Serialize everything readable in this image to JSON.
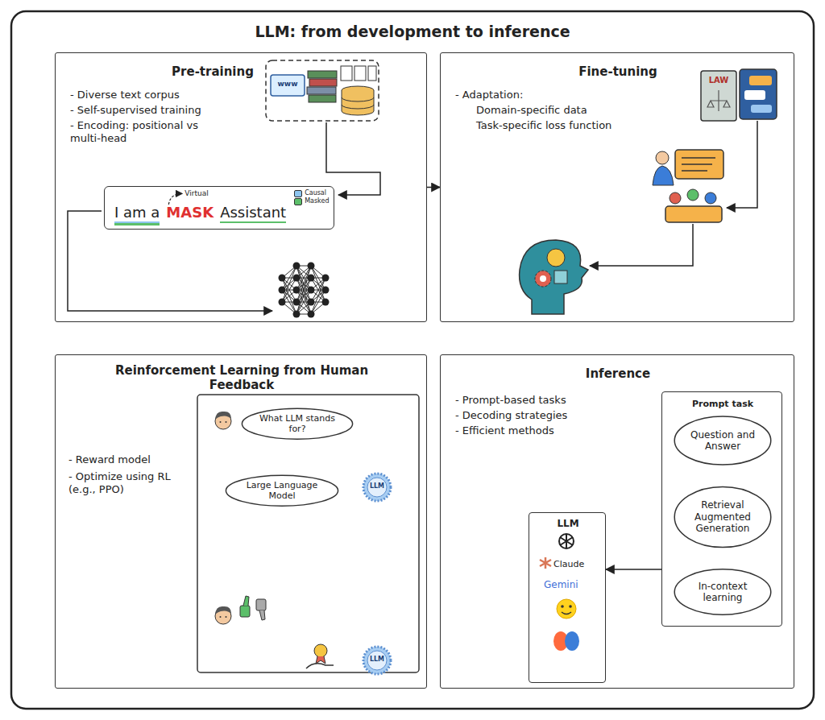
{
  "diagram": {
    "title": "LLM: from development to inference",
    "nodes": [
      {
        "text": [
          "Pre-training",
          "- Diverse text corpus",
          "- Self-supervised training",
          "- Encoding: positional vs multi-head"
        ]
      },
      {
        "text": [
          "I am a",
          "MASK",
          "Assistant",
          "Virtual"
        ],
        "in": 0
      },
      {
        "text": [
          "Fine-tuning",
          "- Adaptation:",
          "Domain-specific data",
          "Task-specific loss function"
        ]
      },
      {
        "text": [
          "Reinforcement Learning from Human Feedback",
          "- Reward model",
          "- Optimize using RL (e.g., PPO)"
        ]
      },
      {
        "text": [
          "What LLM stands for?"
        ],
        "in": 3
      },
      {
        "text": [
          "Large Language Model"
        ],
        "in": 3
      },
      {
        "text": [
          "Inference",
          "- Prompt-based tasks",
          "- Decoding strategies",
          "- Efficient methods"
        ]
      },
      {
        "text": [
          "Prompt task"
        ],
        "in": 6
      },
      {
        "text": [
          "Question and Answer"
        ],
        "in": 7
      },
      {
        "text": [
          "Retrieval Augmented Generation"
        ],
        "in": 7
      },
      {
        "text": [
          "In-context learning"
        ],
        "in": 7
      },
      {
        "text": [
          "LLM",
          "Claude",
          "Gemini"
        ],
        "in": 6
      }
    ],
    "edges": [
      {
        "from": 0,
        "to": 2,
        "arrow": "to"
      },
      {
        "from": 7,
        "to": 11,
        "arrow": "to"
      }
    ],
    "labels": [
      "www",
      "LAW",
      "LLM",
      "LLM"
    ],
    "legend": [
      {
        "text": "Causal",
        "color": "#8ec5ef"
      },
      {
        "text": "Masked",
        "color": "#5cbf6a"
      }
    ]
  }
}
